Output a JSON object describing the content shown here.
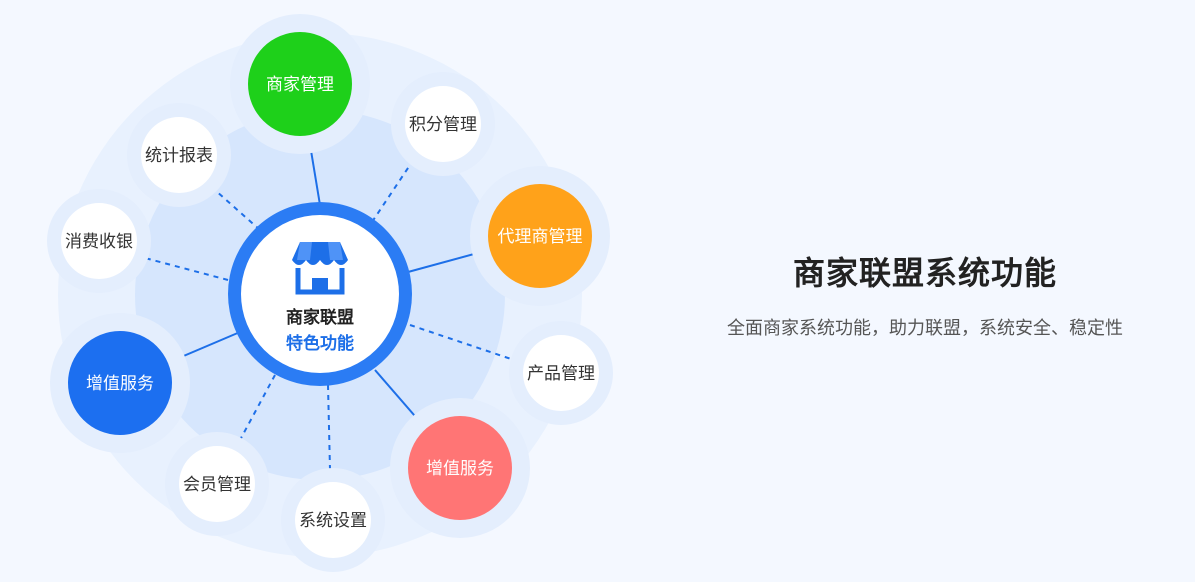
{
  "center": {
    "title": "商家联盟",
    "subtitle": "特色功能",
    "icon": "store-icon"
  },
  "nodes": [
    {
      "id": "merchant-management",
      "label": "商家管理",
      "color": "#1ed01a",
      "text_color": "#ffffff",
      "filled": true
    },
    {
      "id": "points-management",
      "label": "积分管理",
      "color": "#ffffff",
      "text_color": "#333333",
      "filled": false
    },
    {
      "id": "agent-management",
      "label": "代理商管理",
      "color": "#ffa21a",
      "text_color": "#ffffff",
      "filled": true
    },
    {
      "id": "product-management",
      "label": "产品管理",
      "color": "#ffffff",
      "text_color": "#333333",
      "filled": false
    },
    {
      "id": "value-added-service-red",
      "label": "增值服务",
      "color": "#ff7575",
      "text_color": "#ffffff",
      "filled": true
    },
    {
      "id": "system-settings",
      "label": "系统设置",
      "color": "#ffffff",
      "text_color": "#333333",
      "filled": false
    },
    {
      "id": "member-management",
      "label": "会员管理",
      "color": "#ffffff",
      "text_color": "#333333",
      "filled": false
    },
    {
      "id": "value-added-service-blue",
      "label": "增值服务",
      "color": "#1c6ff0",
      "text_color": "#ffffff",
      "filled": true
    },
    {
      "id": "consumption-cashier",
      "label": "消费收银",
      "color": "#ffffff",
      "text_color": "#333333",
      "filled": false
    },
    {
      "id": "statistics-report",
      "label": "统计报表",
      "color": "#ffffff",
      "text_color": "#333333",
      "filled": false
    }
  ],
  "right": {
    "title": "商家联盟系统功能",
    "description": "全面商家系统功能，助力联盟，系统安全、稳定性"
  },
  "colors": {
    "primary": "#1d6fe8",
    "background": "#f4f8ff",
    "halo": "#dce9fd"
  }
}
